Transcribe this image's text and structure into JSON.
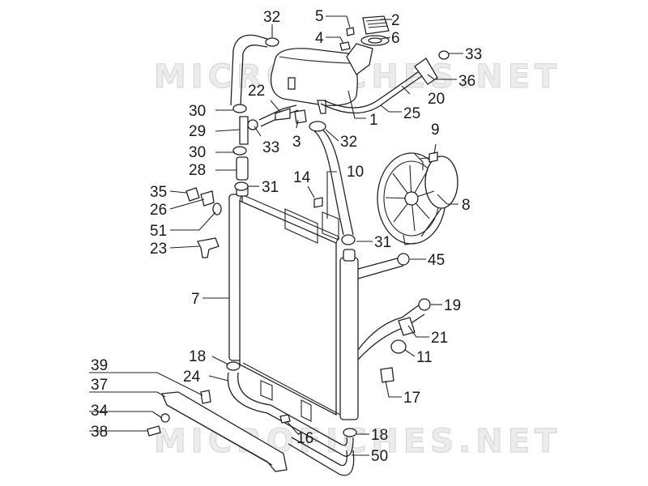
{
  "watermark": "MICROFICHES.NET",
  "callouts": [
    {
      "id": "c2",
      "text": "2"
    },
    {
      "id": "c5",
      "text": "5"
    },
    {
      "id": "c32a",
      "text": "32"
    },
    {
      "id": "c4",
      "text": "4"
    },
    {
      "id": "c6",
      "text": "6"
    },
    {
      "id": "c33a",
      "text": "33"
    },
    {
      "id": "c36",
      "text": "36"
    },
    {
      "id": "c22",
      "text": "22"
    },
    {
      "id": "c20",
      "text": "20"
    },
    {
      "id": "c30a",
      "text": "30"
    },
    {
      "id": "c25",
      "text": "25"
    },
    {
      "id": "c1",
      "text": "1"
    },
    {
      "id": "c29",
      "text": "29"
    },
    {
      "id": "c9",
      "text": "9"
    },
    {
      "id": "c33b",
      "text": "33"
    },
    {
      "id": "c3",
      "text": "3"
    },
    {
      "id": "c32b",
      "text": "32"
    },
    {
      "id": "c30b",
      "text": "30"
    },
    {
      "id": "c28",
      "text": "28"
    },
    {
      "id": "c10",
      "text": "10"
    },
    {
      "id": "c14",
      "text": "14"
    },
    {
      "id": "c31a",
      "text": "31"
    },
    {
      "id": "c35",
      "text": "35"
    },
    {
      "id": "c8",
      "text": "8"
    },
    {
      "id": "c26",
      "text": "26"
    },
    {
      "id": "c51",
      "text": "51"
    },
    {
      "id": "c31b",
      "text": "31"
    },
    {
      "id": "c23",
      "text": "23"
    },
    {
      "id": "c45",
      "text": "45"
    },
    {
      "id": "c7",
      "text": "7"
    },
    {
      "id": "c19",
      "text": "19"
    },
    {
      "id": "c21",
      "text": "21"
    },
    {
      "id": "c18a",
      "text": "18"
    },
    {
      "id": "c11",
      "text": "11"
    },
    {
      "id": "c39",
      "text": "39"
    },
    {
      "id": "c24",
      "text": "24"
    },
    {
      "id": "c37",
      "text": "37"
    },
    {
      "id": "c17",
      "text": "17"
    },
    {
      "id": "c34",
      "text": "34"
    },
    {
      "id": "c38",
      "text": "38"
    },
    {
      "id": "c16",
      "text": "16"
    },
    {
      "id": "c18b",
      "text": "18"
    },
    {
      "id": "c50",
      "text": "50"
    }
  ]
}
